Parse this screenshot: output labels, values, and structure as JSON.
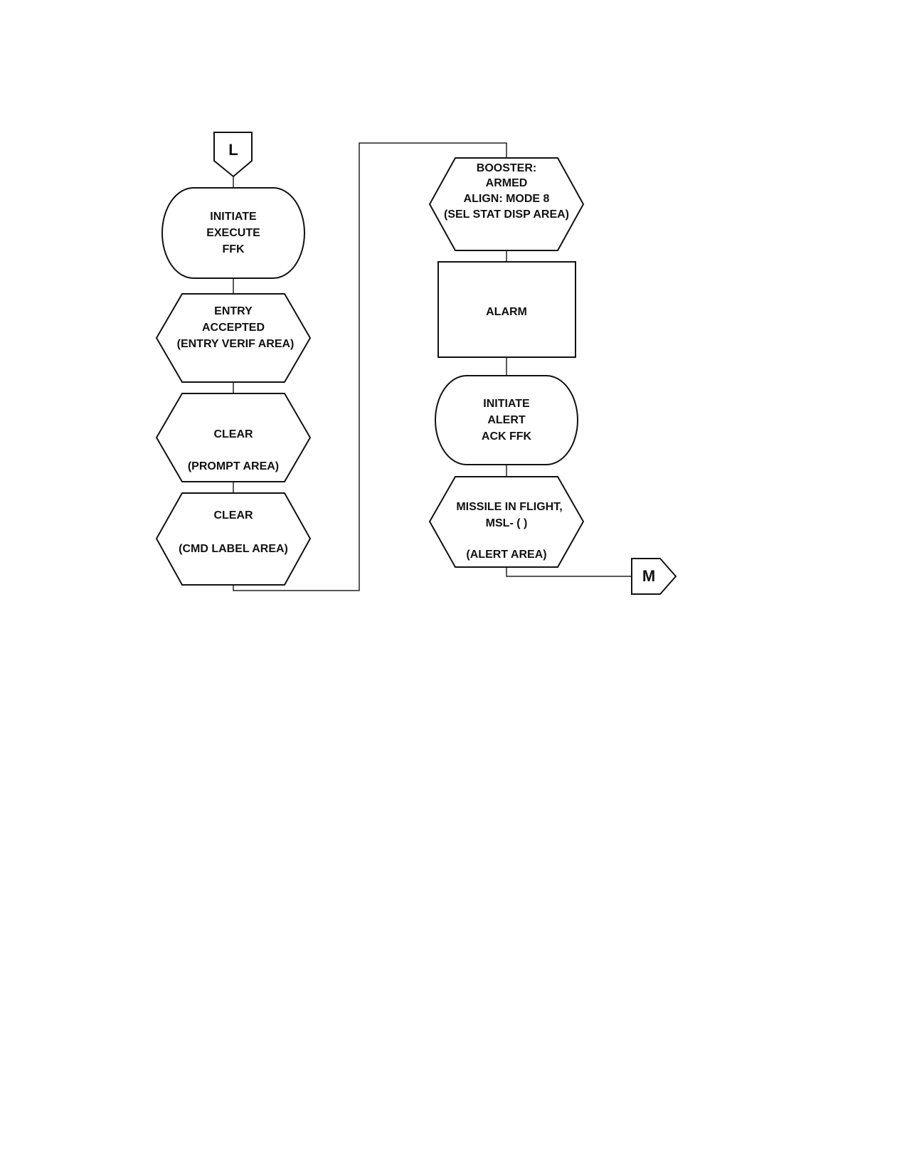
{
  "flowchart": {
    "connector_in": "L",
    "connector_out": "M",
    "left_column": {
      "initiate_execute": [
        "INITIATE",
        "EXECUTE",
        "FFK"
      ],
      "entry_accepted": [
        "ENTRY",
        "ACCEPTED",
        "(ENTRY VERIF AREA)"
      ],
      "clear_prompt": [
        "CLEAR",
        "(PROMPT AREA)"
      ],
      "clear_cmd": [
        "CLEAR",
        "(CMD LABEL AREA)"
      ]
    },
    "right_column": {
      "booster_armed": [
        "BOOSTER:",
        "ARMED",
        "ALIGN: MODE 8",
        "(SEL STAT DISP AREA)"
      ],
      "alarm": "ALARM",
      "initiate_alert": [
        "INITIATE",
        "ALERT",
        "ACK FFK"
      ],
      "missile_in_flight": [
        "MISSILE IN FLIGHT,",
        "MSL- ( )",
        "(ALERT AREA)"
      ]
    }
  }
}
